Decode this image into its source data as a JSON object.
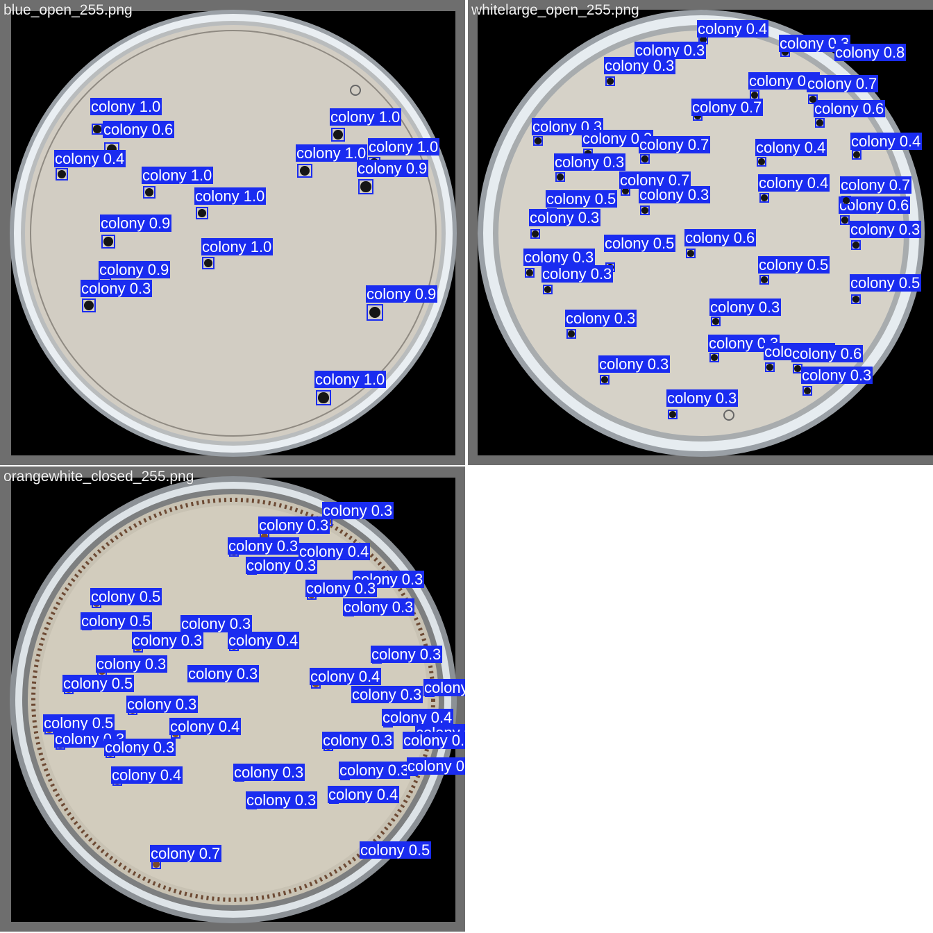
{
  "images": [
    {
      "filename": "blue_open_255.png",
      "label_prefix": "colony",
      "detections": [
        {
          "conf": "1.0"
        },
        {
          "conf": "0.6"
        },
        {
          "conf": "0.4"
        },
        {
          "conf": "1.0"
        },
        {
          "conf": "1.0"
        },
        {
          "conf": "0.9"
        },
        {
          "conf": "1.0"
        },
        {
          "conf": "0.9"
        },
        {
          "conf": "0.3"
        },
        {
          "conf": "1.0"
        },
        {
          "conf": "1.0"
        },
        {
          "conf": "1.0"
        },
        {
          "conf": "0.9"
        },
        {
          "conf": "0.9"
        },
        {
          "conf": "1.0"
        }
      ]
    },
    {
      "filename": "whitelarge_open_255.png",
      "label_prefix": "colony",
      "detections": [
        {
          "conf": "0.4"
        },
        {
          "conf": "0.3"
        },
        {
          "conf": "0.3"
        },
        {
          "conf": "0.3"
        },
        {
          "conf": "0.4"
        },
        {
          "conf": "0.7"
        },
        {
          "conf": "0.6"
        },
        {
          "conf": "0.3"
        },
        {
          "conf": "0.3"
        },
        {
          "conf": "0.7"
        },
        {
          "conf": "0.4"
        },
        {
          "conf": "0.4"
        },
        {
          "conf": "0.3"
        },
        {
          "conf": "0.7"
        },
        {
          "conf": "0.4"
        },
        {
          "conf": "0.5"
        },
        {
          "conf": "0.3"
        },
        {
          "conf": "0.6"
        },
        {
          "conf": "0.3"
        },
        {
          "conf": "0.6"
        },
        {
          "conf": "0.5"
        },
        {
          "conf": "0.3"
        },
        {
          "conf": "0.5"
        },
        {
          "conf": "0.3"
        },
        {
          "conf": "0.3"
        },
        {
          "conf": "0.3"
        },
        {
          "conf": "0.3"
        },
        {
          "conf": "0.6"
        },
        {
          "conf": "0.3"
        },
        {
          "conf": "0.3"
        },
        {
          "conf": "0.3"
        },
        {
          "conf": "0.6"
        },
        {
          "conf": "0.3"
        },
        {
          "conf": "0.5"
        },
        {
          "conf": "0.8"
        },
        {
          "conf": "0.7"
        },
        {
          "conf": "0.7"
        }
      ]
    },
    {
      "filename": "orangewhite_closed_255.png",
      "label_prefix": "colony",
      "detections": [
        {
          "conf": "0.3"
        },
        {
          "conf": "0.3"
        },
        {
          "conf": "0.3"
        },
        {
          "conf": "0.4"
        },
        {
          "conf": "0.3"
        },
        {
          "conf": "0.3"
        },
        {
          "conf": "0.5"
        },
        {
          "conf": "0.3"
        },
        {
          "conf": "0.5"
        },
        {
          "conf": "0.3"
        },
        {
          "conf": "0.3"
        },
        {
          "conf": "0.4"
        },
        {
          "conf": "0.3"
        },
        {
          "conf": "0.3"
        },
        {
          "conf": "0.5"
        },
        {
          "conf": "0.3"
        },
        {
          "conf": "0.3"
        },
        {
          "conf": "0.4"
        },
        {
          "conf": "0.5"
        },
        {
          "conf": "0.3"
        },
        {
          "conf": "0.4"
        },
        {
          "conf": "0.3"
        },
        {
          "conf": "0.4"
        },
        {
          "conf": "0.3"
        },
        {
          "conf": "0.3"
        },
        {
          "conf": "0.3"
        },
        {
          "conf": "0.4"
        },
        {
          "conf": "0.3"
        },
        {
          "conf": "0.3"
        },
        {
          "conf": "0.3"
        },
        {
          "conf": "0.4"
        },
        {
          "conf": "0.7"
        },
        {
          "conf": "0.8"
        },
        {
          "conf": "0.7"
        },
        {
          "conf": "0.6"
        },
        {
          "conf": "0.6"
        },
        {
          "conf": "0.5"
        }
      ]
    }
  ],
  "colors": {
    "box": "#1a2cf0",
    "label_text": "#ffffff",
    "tile_border": "#6e6e6e",
    "agar_blue": "#cfcac0",
    "agar_white": "#d6d2c8",
    "agar_orange": "#cec8b8",
    "colony_dark": "#151515",
    "colony_brown": "#7a4a2c"
  }
}
